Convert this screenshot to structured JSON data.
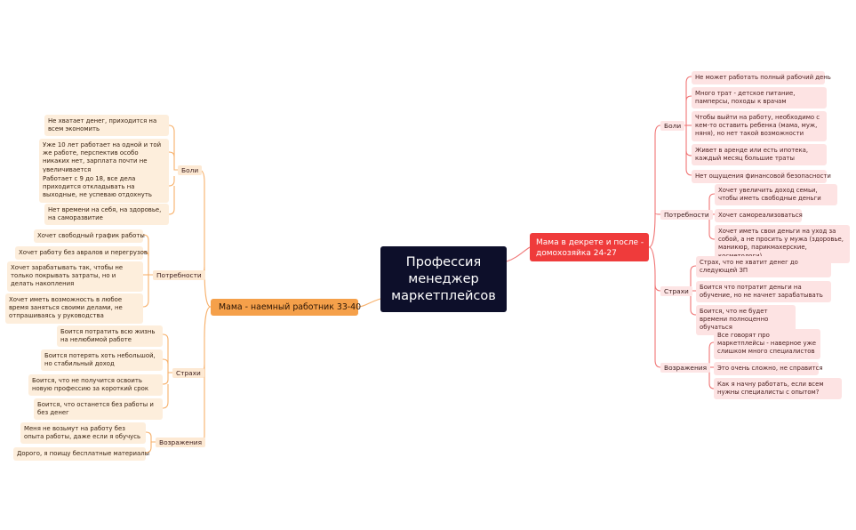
{
  "colors": {
    "central": "#0d0f2a",
    "left_branch": "#f5a04a",
    "right_branch": "#ef3b3b",
    "left_line": "#f7b06a",
    "right_line": "#f07575"
  },
  "central": {
    "title": "Профессия менеджер маркетплейсов"
  },
  "left": {
    "title": "Мама - наемный работник 33-40",
    "pains": {
      "label": "Боли",
      "items": [
        "Не хватает денег, приходится на всем экономить",
        "Уже 10 лет работает на одной и той же работе, перспектив особо никаких нет, зарплата почти не увеличивается",
        "Работает с 9 до 18, все дела приходится откладывать на выходные, не успеваю отдохнуть",
        "Нет времени на себя, на здоровье, на саморазвитие"
      ]
    },
    "needs": {
      "label": "Потребности",
      "items": [
        "Хочет свободный график работы",
        "Хочет работу без авралов и перегрузов",
        "Хочет зарабатывать так, чтобы не только покрывать затраты, но и делать накопления",
        "Хочет иметь возможность в любое время заняться своими делами, не отпрашиваясь у руководства"
      ]
    },
    "fears": {
      "label": "Страхи",
      "items": [
        "Боится потратить всю жизнь на нелюбимой работе",
        "Боится потерять хоть небольшой, но стабильный доход",
        "Боится, что не получится освоить новую профессию за короткий срок",
        "Боится, что останется без работы и без денег"
      ]
    },
    "objections": {
      "label": "Возражения",
      "items": [
        "Меня не возьмут на работу без опыта работы, даже если я обучусь",
        "Дорого, я поищу бесплатные материалы"
      ]
    }
  },
  "right": {
    "title": "Мама в декрете и после - домохозяйка 24-27",
    "pains": {
      "label": "Боли",
      "items": [
        "Не может работать полный рабочий день",
        "Много трат - детское питание, памперсы, походы к врачам",
        "Чтобы выйти на работу, необходимо с кем-то оставить ребенка (мама, муж, няня), но нет такой возможности",
        "Живет в аренде или есть ипотека, каждый месяц большие траты",
        "Нет ощущения финансовой безопасности"
      ]
    },
    "needs": {
      "label": "Потребности",
      "items": [
        "Хочет увеличить доход семьи, чтобы иметь свободные деньги",
        "Хочет самореализоваться",
        "Хочет иметь свои деньги на уход за собой, а не просить у мужа (здоровье, маникюр, парикмахерские, косметологи)"
      ]
    },
    "fears": {
      "label": "Страхи",
      "items": [
        "Страх, что не хватит денег до следующей ЗП",
        "Боится что потратит деньги на обучение, но не начнет зарабатывать",
        "Боится, что не будет времени полноценно обучаться"
      ]
    },
    "objections": {
      "label": "Возражения",
      "items": [
        "Все говорят про маркетплейсы - наверное уже слишком много специалистов",
        "Это очень сложно, не справится",
        "Как я начну работать, если всем нужны специалисты с опытом?"
      ]
    }
  }
}
